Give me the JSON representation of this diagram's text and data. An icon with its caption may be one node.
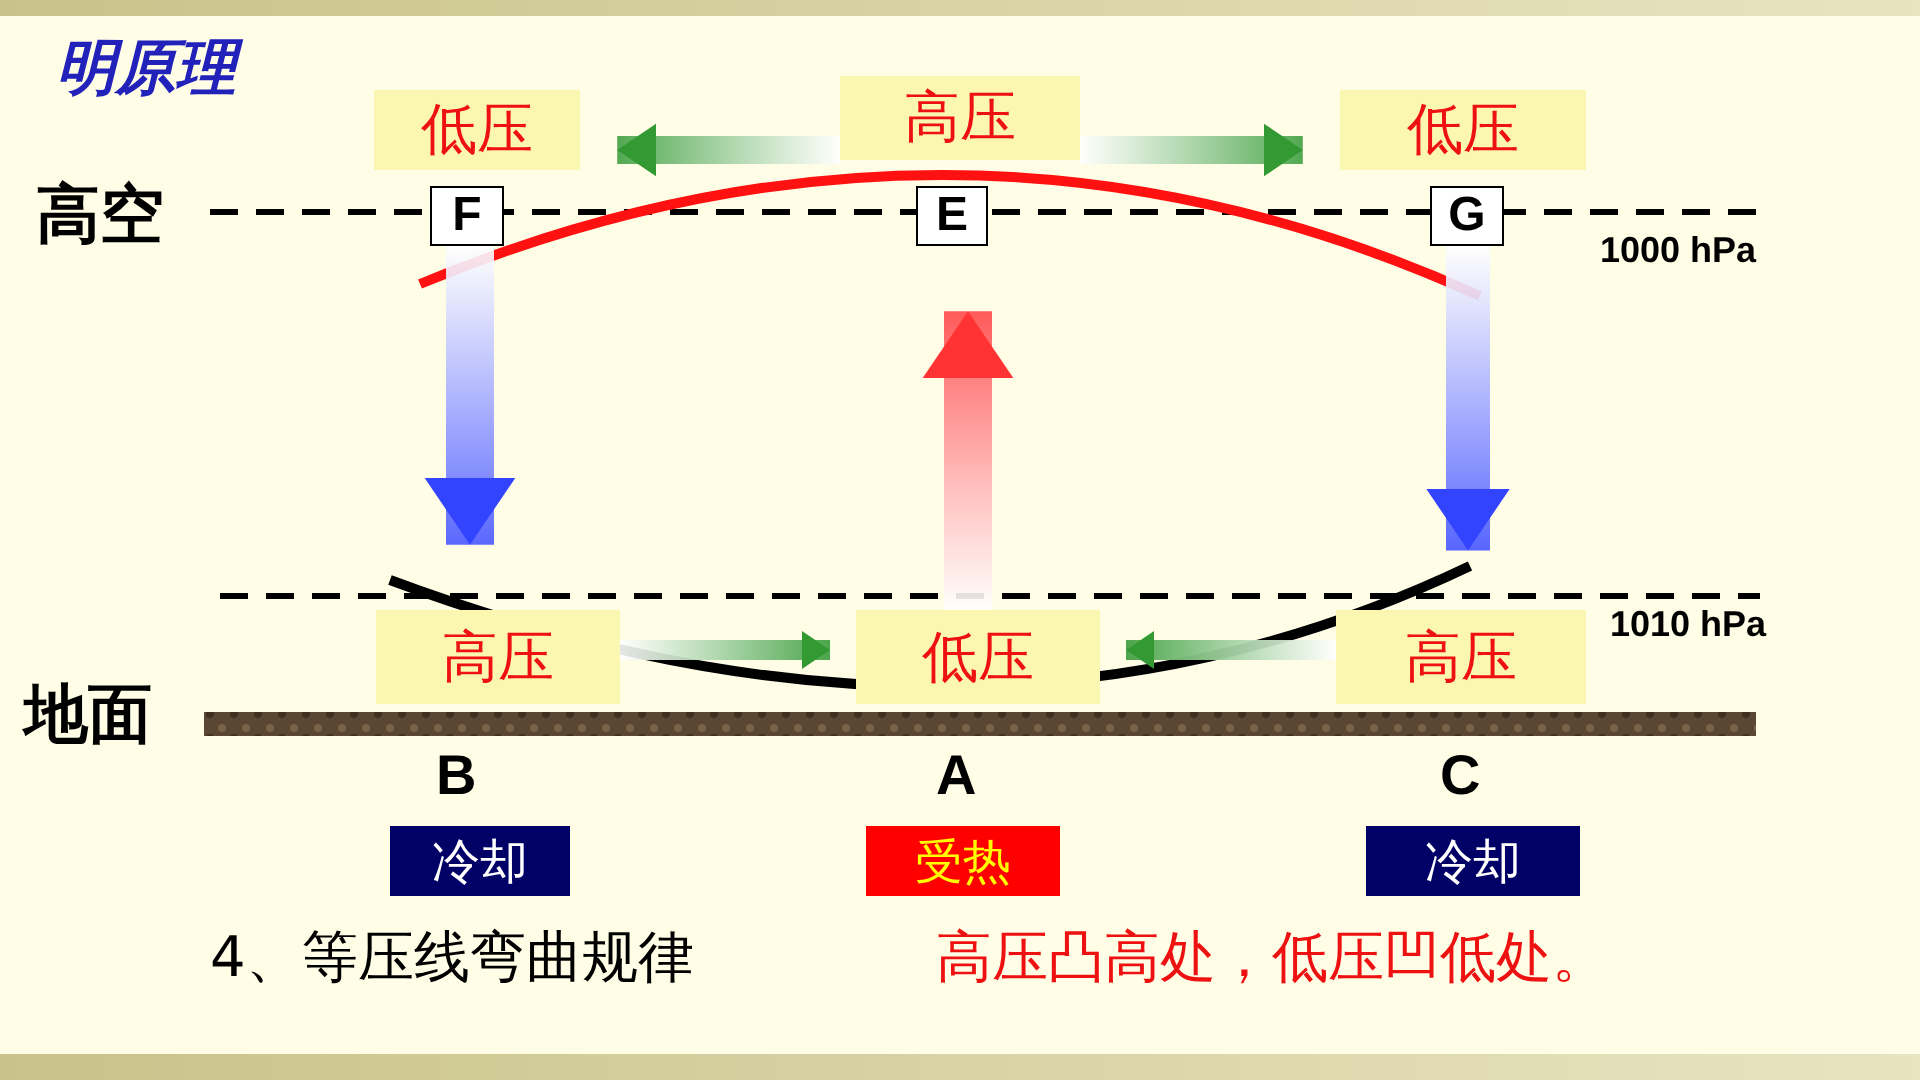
{
  "diagram": {
    "title": "明原理",
    "nodes": [
      {
        "text": [
          "低压"
        ]
      },
      {
        "text": [
          "高压"
        ]
      },
      {
        "text": [
          "低压"
        ]
      },
      {
        "text": [
          "F"
        ]
      },
      {
        "text": [
          "E"
        ]
      },
      {
        "text": [
          "G"
        ]
      },
      {
        "text": [
          "高压"
        ]
      },
      {
        "text": [
          "低压"
        ]
      },
      {
        "text": [
          "高压"
        ]
      },
      {
        "text": [
          "冷却"
        ]
      },
      {
        "text": [
          "受热"
        ]
      },
      {
        "text": [
          "冷却"
        ]
      }
    ],
    "edges": [
      {
        "from": 1,
        "to": 0,
        "arrow": "to"
      },
      {
        "from": 1,
        "to": 2,
        "arrow": "to"
      },
      {
        "from": 3,
        "to": 6,
        "arrow": "to",
        "color": "#3344ff"
      },
      {
        "from": 5,
        "to": 8,
        "arrow": "to",
        "color": "#3344ff"
      },
      {
        "from": 7,
        "to": 4,
        "arrow": "to",
        "color": "#ff3333"
      },
      {
        "from": 6,
        "to": 7,
        "arrow": "to"
      },
      {
        "from": 8,
        "to": 7,
        "arrow": "to"
      }
    ],
    "labels": [
      "高空",
      "1000 hPa",
      "1010 hPa",
      "地面",
      "B",
      "A",
      "C",
      "4、等压线弯曲规律",
      "高压凸高处，低压凹低处。"
    ]
  }
}
